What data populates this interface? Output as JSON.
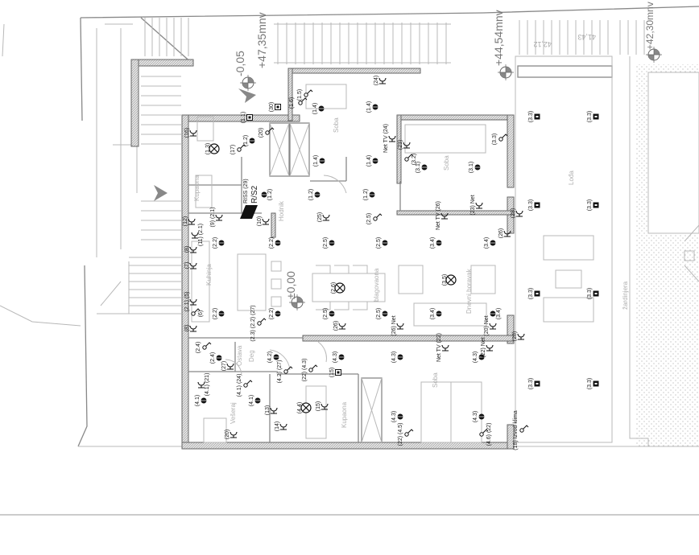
{
  "levels": {
    "entrance": "-0,05",
    "top_left": "+47,35mnv",
    "top_mid": "+44,54mnv",
    "top_right": "+42,30mnv",
    "floor": "±0,00",
    "step_a": "42,12",
    "step_b": "41,43"
  },
  "distribution": {
    "riss": "RISS (29)",
    "rs2": "R/S2"
  },
  "rooms": [
    "Kupaona",
    "Kuhinja",
    "Hodnik",
    "Soba",
    "Soba",
    "blagovaona",
    "Dnevni boravak",
    "Lođa",
    "žardinjera",
    "Ostava",
    "Deg",
    "Vešeraj",
    "Kupaona",
    "Soba"
  ],
  "fixtures": [
    {
      "type": "light",
      "label": "(1.2)"
    },
    {
      "type": "light",
      "label": "(1.4)"
    },
    {
      "type": "light",
      "label": "(1.4)"
    },
    {
      "type": "light",
      "label": "(1.4)"
    },
    {
      "type": "light",
      "label": "(1.4)"
    },
    {
      "type": "light",
      "label": "(1.2)"
    },
    {
      "type": "light",
      "label": "(1.2)"
    },
    {
      "type": "light",
      "label": "(1.2)"
    },
    {
      "type": "light",
      "label": "(3.1)"
    },
    {
      "type": "light",
      "label": "(3.1)"
    },
    {
      "type": "lamp",
      "label": "(1.3)"
    },
    {
      "type": "light",
      "label": "(2.2)"
    },
    {
      "type": "light",
      "label": "(2.2)"
    },
    {
      "type": "light",
      "label": "(2.2)"
    },
    {
      "type": "light",
      "label": "(2.2)"
    },
    {
      "type": "light",
      "label": "(2.5)"
    },
    {
      "type": "light",
      "label": "(2.5)"
    },
    {
      "type": "light",
      "label": "(2.5)"
    },
    {
      "type": "light",
      "label": "(2.5)"
    },
    {
      "type": "light",
      "label": "(3.4)"
    },
    {
      "type": "light",
      "label": "(3.4)"
    },
    {
      "type": "light",
      "label": "(3.4)"
    },
    {
      "type": "light",
      "label": "(3.4)"
    },
    {
      "type": "lamp",
      "label": "(2.6)"
    },
    {
      "type": "lamp",
      "label": "(3.5)"
    },
    {
      "type": "light",
      "label": "(4.3)"
    },
    {
      "type": "light",
      "label": "(4.3)"
    },
    {
      "type": "light",
      "label": "(4.3)"
    },
    {
      "type": "light",
      "label": "(4.3)"
    },
    {
      "type": "light",
      "label": "(4.3)"
    },
    {
      "type": "light",
      "label": "(2.4)"
    },
    {
      "type": "light",
      "label": "(4.2)"
    },
    {
      "type": "light",
      "label": "(4.1)"
    },
    {
      "type": "light",
      "label": "(4.1)"
    },
    {
      "type": "lamp",
      "label": "(4.4)"
    },
    {
      "type": "speaker",
      "label": "(3.3)"
    },
    {
      "type": "speaker",
      "label": "(3.3)"
    },
    {
      "type": "speaker",
      "label": "(3.3)"
    },
    {
      "type": "speaker",
      "label": "(3.3)"
    },
    {
      "type": "speaker",
      "label": "(3.3)"
    },
    {
      "type": "speaker",
      "label": "(3.3)"
    },
    {
      "type": "speaker",
      "label": "(3.3)"
    },
    {
      "type": "speaker",
      "label": "(3.3)"
    },
    {
      "type": "socket",
      "label": "(24)"
    },
    {
      "type": "switch",
      "label": "(1.5)"
    },
    {
      "type": "switch",
      "label": "(1.6)"
    },
    {
      "type": "switch",
      "label": "(20)"
    },
    {
      "type": "box",
      "label": "(1.1)"
    },
    {
      "type": "box",
      "label": "(30)"
    },
    {
      "type": "socket",
      "label": "(16)"
    },
    {
      "type": "switch",
      "label": "(17)"
    },
    {
      "type": "socket",
      "label": "Net TV (24)"
    },
    {
      "type": "socket",
      "label": "(23)"
    },
    {
      "type": "switch",
      "label": "(3.2)"
    },
    {
      "type": "switch",
      "label": "(3.3)"
    },
    {
      "type": "socket",
      "label": "(25)"
    },
    {
      "type": "switch",
      "label": "(2.5)"
    },
    {
      "type": "socket",
      "label": "Net TV (26)"
    },
    {
      "type": "socket",
      "label": "(23) Net"
    },
    {
      "type": "socket",
      "label": "(28)"
    },
    {
      "type": "socket",
      "label": "(26)"
    },
    {
      "type": "socket",
      "label": "(26)"
    },
    {
      "type": "socket",
      "label": "(26) Net"
    },
    {
      "type": "socket",
      "label": "(20) Net"
    },
    {
      "type": "socket",
      "label": "(22) Net"
    },
    {
      "type": "socket",
      "label": "Net TV (22)"
    },
    {
      "type": "socket",
      "label": "(28)"
    },
    {
      "type": "switch",
      "label": "(2.3) (2.2) (27)"
    },
    {
      "type": "switch",
      "label": "(2.4)"
    },
    {
      "type": "socket",
      "label": "(27)"
    },
    {
      "type": "switch",
      "label": "(4.2) (27)"
    },
    {
      "type": "switch",
      "label": "(22) (4.3)"
    },
    {
      "type": "box",
      "label": "(15)"
    },
    {
      "type": "socket",
      "label": "(4.1) (21)"
    },
    {
      "type": "switch",
      "label": "(4.1) (24)"
    },
    {
      "type": "socket",
      "label": "(13)"
    },
    {
      "type": "socket",
      "label": "(15)"
    },
    {
      "type": "socket",
      "label": "(14)"
    },
    {
      "type": "socket",
      "label": "(20)"
    },
    {
      "type": "switch",
      "label": "(22) (4.5)"
    },
    {
      "type": "switch",
      "label": "(4.6) (22)"
    },
    {
      "type": "switch",
      "label": "(18) Izvod klima"
    },
    {
      "type": "socket",
      "label": "(12)"
    },
    {
      "type": "socket",
      "label": "(11) (2.1)"
    },
    {
      "type": "socket",
      "label": "(8)"
    },
    {
      "type": "socket",
      "label": "(7)"
    },
    {
      "type": "socket",
      "label": "(2.1) (5)"
    },
    {
      "type": "switch",
      "label": "(6)"
    },
    {
      "type": "socket",
      "label": "(8)"
    },
    {
      "type": "socket",
      "label": "(10)"
    },
    {
      "type": "socket",
      "label": "(9) (2.1)"
    }
  ]
}
